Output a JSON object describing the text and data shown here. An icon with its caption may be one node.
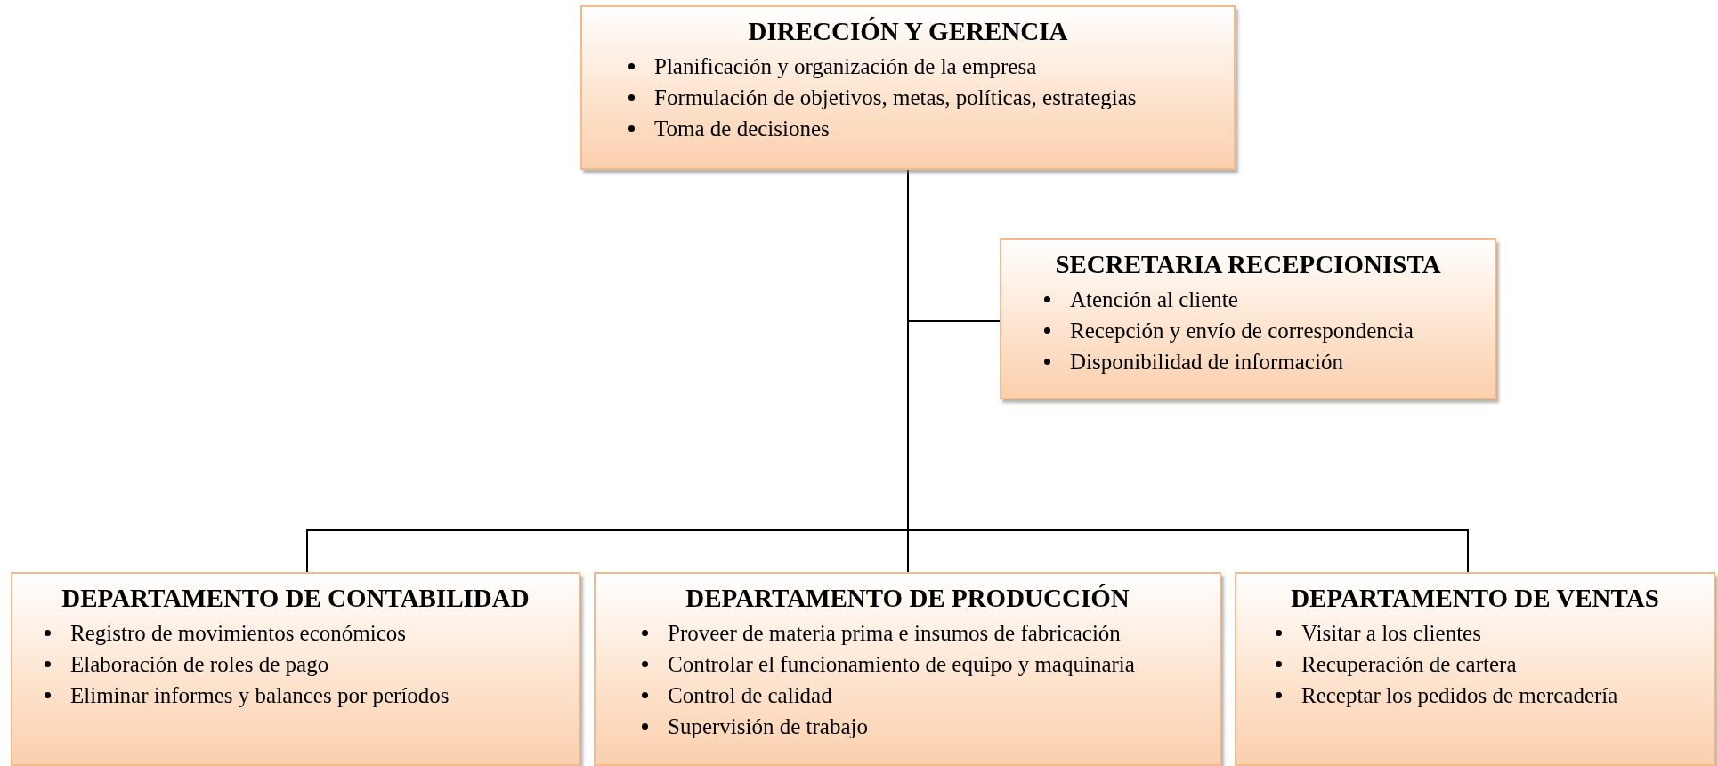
{
  "diagram": {
    "nodes": [
      {
        "text": [
          "DIRECCIÓN  Y GERENCIA",
          "Planificación y organización de la empresa",
          "Formulación de objetivos, metas, políticas, estrategias",
          "Toma de decisiones"
        ]
      },
      {
        "text": [
          "SECRETARIA RECEPCIONISTA",
          "Atención al cliente",
          "Recepción y envío de correspondencia",
          "Disponibilidad de información"
        ]
      },
      {
        "text": [
          "DEPARTAMENTO DE CONTABILIDAD",
          "Registro de movimientos económicos",
          "Elaboración de roles de pago",
          "Eliminar informes y balances por períodos"
        ]
      },
      {
        "text": [
          "DEPARTAMENTO DE PRODUCCIÓN",
          "Proveer de materia prima e insumos de fabricación",
          "Controlar el funcionamiento de equipo y maquinaria",
          "Control de calidad",
          "Supervisión de trabajo"
        ]
      },
      {
        "text": [
          "DEPARTAMENTO DE VENTAS",
          "Visitar a los clientes",
          "Recuperación de cartera",
          "Receptar los pedidos de mercadería"
        ]
      }
    ],
    "edges": [
      {
        "from": 0,
        "to": 1,
        "arrow": "none"
      },
      {
        "from": 0,
        "to": 2,
        "arrow": "none"
      },
      {
        "from": 0,
        "to": 3,
        "arrow": "none"
      },
      {
        "from": 0,
        "to": 4,
        "arrow": "none"
      }
    ]
  }
}
